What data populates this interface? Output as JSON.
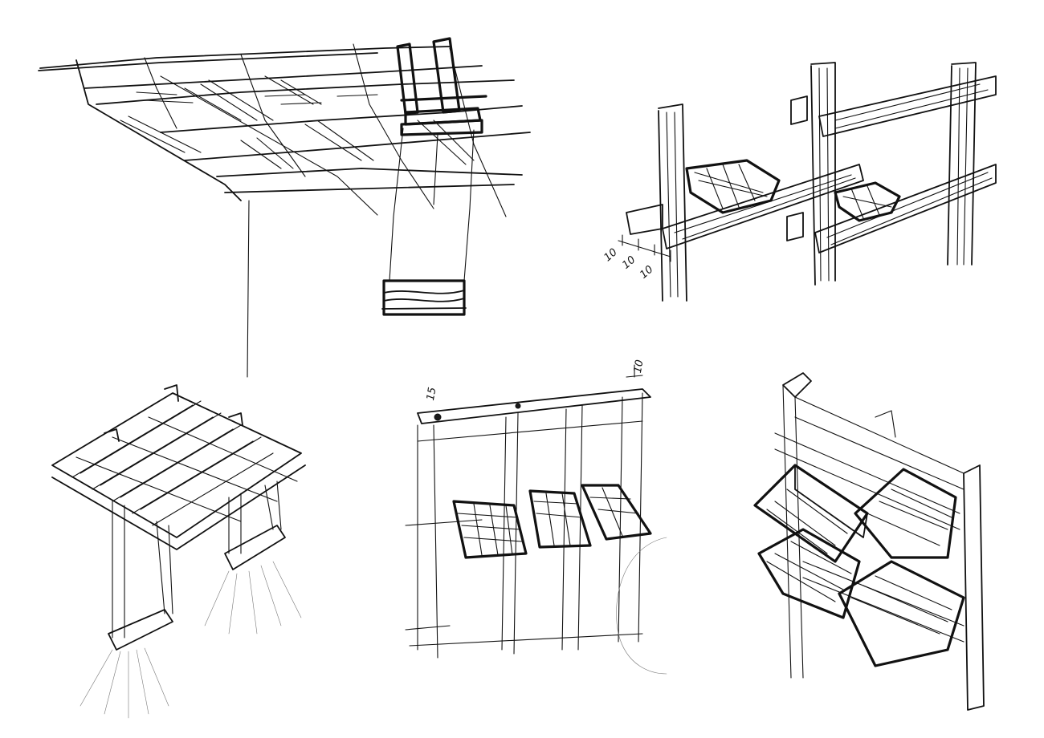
{
  "sketches": [
    {
      "id": "ceiling-slats-with-hanging-lamp",
      "annotations": []
    },
    {
      "id": "post-and-beam-shelf-with-baskets",
      "annotations": [
        "10",
        "10",
        "10"
      ]
    },
    {
      "id": "pallet-canopy-with-lamps",
      "annotations": []
    },
    {
      "id": "pallet-wall-with-trays",
      "annotations": [
        "15",
        "10"
      ]
    },
    {
      "id": "pallet-wall-with-drawers",
      "annotations": []
    }
  ],
  "colors": {
    "ink": "#111111",
    "paper": "#ffffff"
  }
}
